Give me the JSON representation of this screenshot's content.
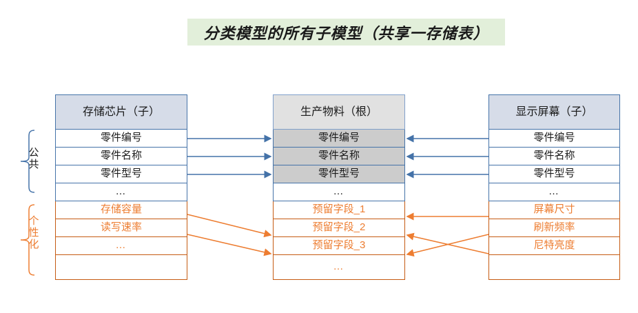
{
  "title": {
    "text": "分类模型的所有子模型（共享一存储表）",
    "band_color": "#E2EFDA"
  },
  "colors": {
    "blue_line": "#4472A8",
    "blue_header_fill": "#D6DCE8",
    "gray_header_fill": "#E1E1E1",
    "gray_row_fill": "#CCCCCC",
    "orange_line": "#C55A11",
    "orange_text": "#ED7D31"
  },
  "side_labels": {
    "common": "公共",
    "custom": "个性化"
  },
  "tables": {
    "left": {
      "header": "存储芯片（子）",
      "common_rows": [
        "零件编号",
        "零件名称",
        "零件型号",
        "…"
      ],
      "custom_rows": [
        "存储容量",
        "读写速率",
        "…",
        ""
      ]
    },
    "middle": {
      "header": "生产物料（根）",
      "common_rows": [
        "零件编号",
        "零件名称",
        "零件型号",
        "…"
      ],
      "custom_rows": [
        "预留字段_1",
        "预留字段_2",
        "预留字段_3",
        "…"
      ]
    },
    "right": {
      "header": "显示屏幕（子）",
      "common_rows": [
        "零件编号",
        "零件名称",
        "零件型号",
        "…"
      ],
      "custom_rows": [
        "屏幕尺寸",
        "刷新频率",
        "尼特亮度",
        ""
      ]
    }
  },
  "connections": {
    "blue": [
      {
        "from": "left.零件编号",
        "to": "middle.零件编号"
      },
      {
        "from": "left.零件名称",
        "to": "middle.零件名称"
      },
      {
        "from": "left.零件型号",
        "to": "middle.零件型号"
      },
      {
        "from": "right.零件编号",
        "to": "middle.零件编号"
      },
      {
        "from": "right.零件名称",
        "to": "middle.零件名称"
      },
      {
        "from": "right.零件型号",
        "to": "middle.零件型号"
      }
    ],
    "orange": [
      {
        "from": "left.存储容量",
        "to": "middle.预留字段_2"
      },
      {
        "from": "left.读写速率",
        "to": "middle.预留字段_3"
      },
      {
        "from": "right.屏幕尺寸",
        "to": "middle.预留字段_1"
      },
      {
        "from": "right.刷新频率",
        "to": "middle.预留字段_3"
      },
      {
        "from": "right.尼特亮度",
        "to": "middle.预留字段_2"
      }
    ]
  }
}
